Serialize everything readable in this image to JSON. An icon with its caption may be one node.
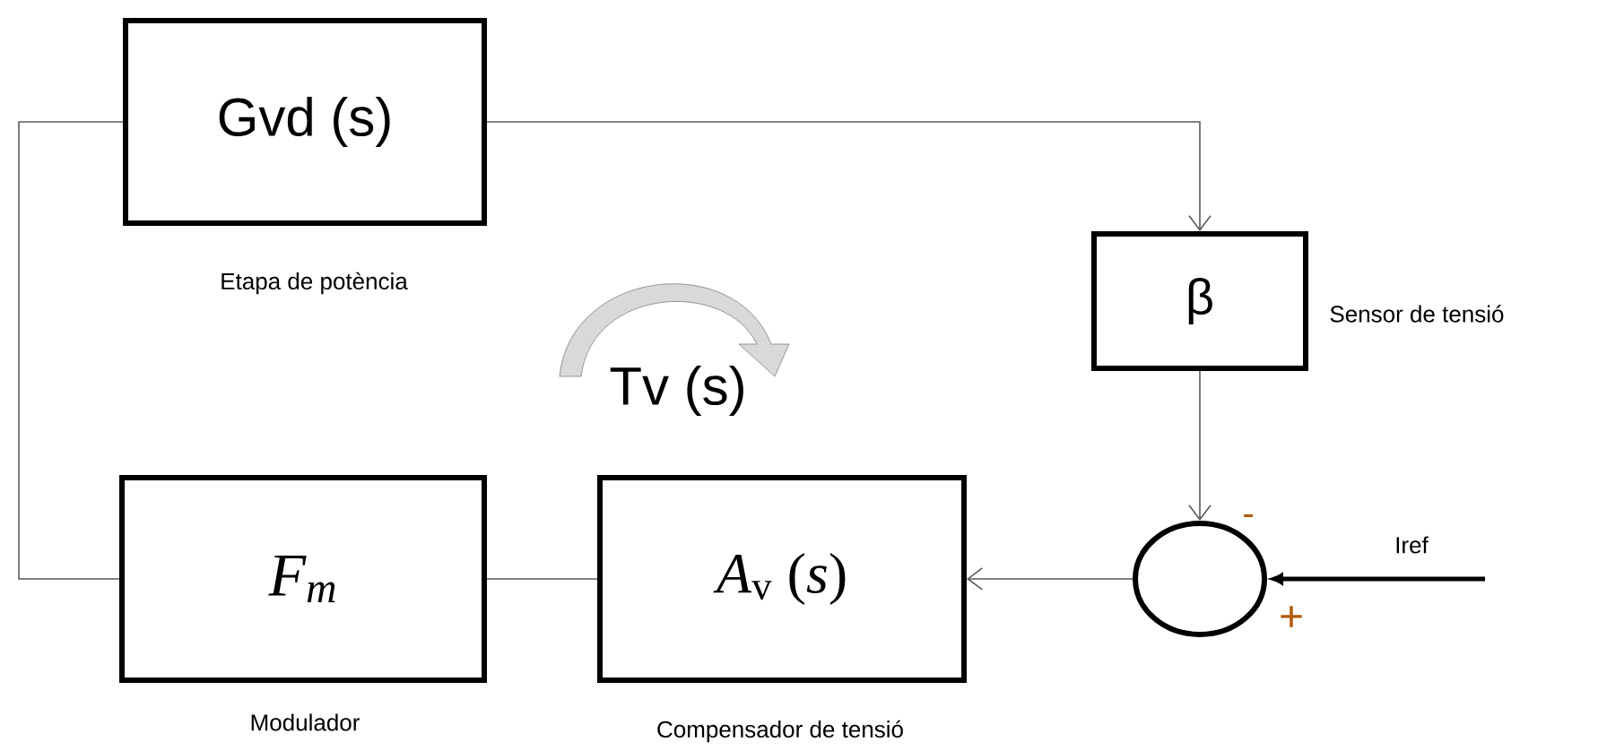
{
  "diagram": {
    "nodes": [
      {
        "text": [
          "Gvd (s)"
        ],
        "beside": [
          "Etapa de potència"
        ]
      },
      {
        "text": [
          "β"
        ],
        "beside": [
          "Sensor de tensió"
        ]
      },
      {
        "text": [],
        "shape": "circle",
        "beside": [
          "-",
          "+"
        ]
      },
      {
        "text": [
          "*A*$_{v}$ (*s*)"
        ],
        "beside": [
          "Compensador de tensió"
        ]
      },
      {
        "text": [
          "F$_{m}$"
        ],
        "beside": [
          "Modulador"
        ]
      }
    ],
    "edges": [
      {
        "from": 0,
        "to": 1,
        "arrow": "to"
      },
      {
        "from": 1,
        "to": 2,
        "arrow": "to"
      },
      {
        "from": null,
        "to": 2,
        "arrow": "to",
        "label": "Iref",
        "style": "thick",
        "color": "#000000"
      },
      {
        "from": 2,
        "to": 3,
        "arrow": "to"
      },
      {
        "from": 3,
        "to": 4,
        "arrow": "none"
      },
      {
        "from": 4,
        "to": 0,
        "arrow": "none"
      }
    ],
    "labels": [
      "Tv (s)"
    ]
  }
}
